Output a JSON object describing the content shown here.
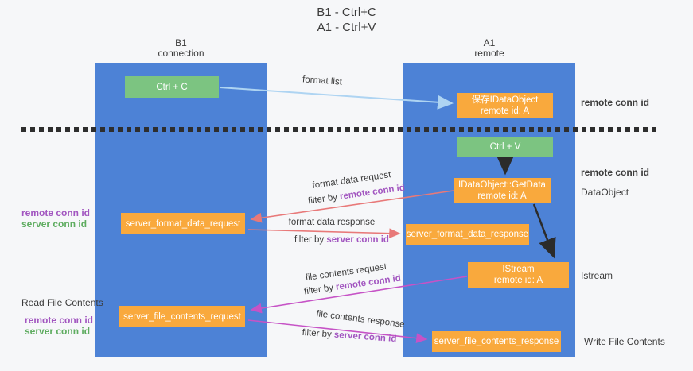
{
  "title": {
    "line1": "B1 - Ctrl+C",
    "line2": "A1 - Ctrl+V"
  },
  "lanes": {
    "left": {
      "name": "B1",
      "subtitle": "connection"
    },
    "right": {
      "name": "A1",
      "subtitle": "remote"
    }
  },
  "nodes": {
    "ctrl_c": {
      "label": "Ctrl + C"
    },
    "ctrl_v": {
      "label": "Ctrl + V"
    },
    "save_dataobject": {
      "line1": "保存IDataObject",
      "line2": "remote id: A"
    },
    "getdata": {
      "line1": "IDataObject::GetData",
      "line2": "remote id: A"
    },
    "istream": {
      "line1": "IStream",
      "line2": "remote id: A"
    },
    "format_request": {
      "label": "server_format_data_request"
    },
    "format_response": {
      "label": "server_format_data_response"
    },
    "file_request": {
      "label": "server_file_contents_request"
    },
    "file_response": {
      "label": "server_file_contents_response"
    }
  },
  "flow_labels": {
    "format_list": "format list",
    "format_data_request": "format data request",
    "format_data_request_filter_prefix": "filter by ",
    "format_data_request_filter_key": "remote conn id",
    "format_data_response": "format data response",
    "format_data_response_filter_prefix": "filter by ",
    "format_data_response_filter_key": "server conn id",
    "file_contents_request": "file contents request",
    "file_contents_request_filter_prefix": "filter by ",
    "file_contents_request_filter_key": "remote conn id",
    "file_contents_response": "file contents response",
    "file_contents_response_filter_prefix": "filter by ",
    "file_contents_response_filter_key": "server conn id"
  },
  "side_labels": {
    "right_remote_conn_id_top": "remote conn id",
    "right_remote_conn_id_mid": "remote conn id",
    "dataobject": "DataObject",
    "istream": "Istream",
    "write_file_contents": "Write File Contents",
    "left_remote_conn_id_top": "remote conn id",
    "left_server_conn_id_top": "server conn id",
    "read_file_contents": "Read File Contents",
    "left_remote_conn_id_bottom": "remote conn id",
    "left_server_conn_id_bottom": "server conn id"
  },
  "colors": {
    "lane_blue": "#4d82d6",
    "node_green": "#7cc481",
    "node_orange": "#f9a93d",
    "purple_text": "#a256c0",
    "green_text": "#5eac60",
    "arrow_red": "#e87979",
    "arrow_magenta": "#c653c6",
    "arrow_lightblue": "#aed4f2",
    "arrow_black": "#2b2b2b"
  }
}
